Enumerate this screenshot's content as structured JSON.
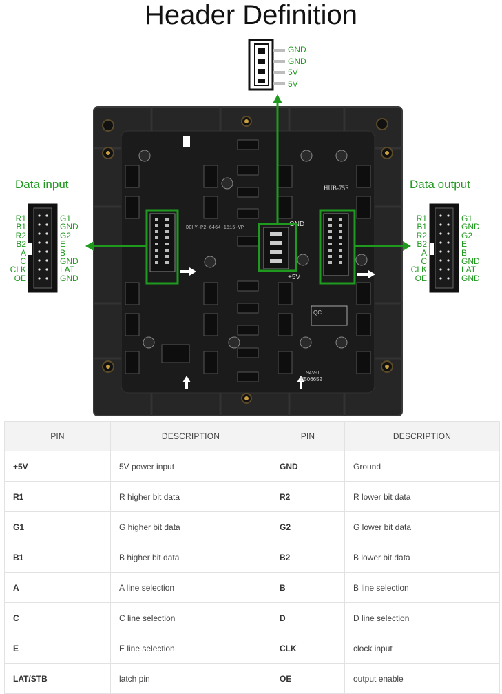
{
  "title": "Header Definition",
  "power_header": {
    "pins": [
      "GND",
      "GND",
      "5V",
      "5V"
    ]
  },
  "data_input": {
    "label": "Data input",
    "left_pins": [
      "R1",
      "B1",
      "R2",
      "B2",
      "A",
      "C",
      "CLK",
      "OE"
    ],
    "right_pins": [
      "G1",
      "GND",
      "G2",
      "E",
      "B",
      "GND",
      "LAT",
      "GND"
    ]
  },
  "data_output": {
    "label": "Data output",
    "left_pins": [
      "R1",
      "B1",
      "R2",
      "B2",
      "A",
      "C",
      "CLK",
      "OE"
    ],
    "right_pins": [
      "G1",
      "GND",
      "G2",
      "E",
      "B",
      "GND",
      "LAT",
      "GND"
    ]
  },
  "board": {
    "hub_label": "HUB-75E",
    "plus5v": "+5V",
    "gnd": "GND",
    "model": "DCHY-P2-6464-1515-VP",
    "cert": "94V-0",
    "code": "E506652",
    "qc": "QC",
    "colors": {
      "accent": "#1f9a1f",
      "board": "#1c1c1c",
      "frame": "#2a2a2a"
    }
  },
  "table": {
    "headers": [
      "PIN",
      "DESCRIPTION",
      "PIN",
      "DESCRIPTION"
    ],
    "rows": [
      [
        "+5V",
        "5V power input",
        "GND",
        "Ground"
      ],
      [
        "R1",
        "R higher bit data",
        "R2",
        "R lower bit data"
      ],
      [
        "G1",
        "G higher bit data",
        "G2",
        "G lower bit data"
      ],
      [
        "B1",
        "B higher bit data",
        "B2",
        "B lower bit data"
      ],
      [
        "A",
        "A line selection",
        "B",
        "B line selection"
      ],
      [
        "C",
        "C line selection",
        "D",
        "D line selection"
      ],
      [
        "E",
        "E line selection",
        "CLK",
        "clock input"
      ],
      [
        "LAT/STB",
        "latch pin",
        "OE",
        "output enable"
      ]
    ]
  }
}
